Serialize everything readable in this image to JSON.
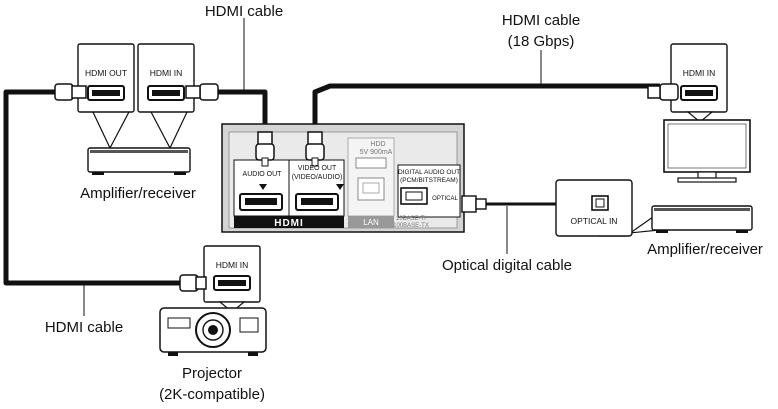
{
  "labels": {
    "hdmi_cable_top": "HDMI cable",
    "hdmi_cable_right_1": "HDMI cable",
    "hdmi_cable_right_2": "(18 Gbps)",
    "amp_left": "Amplifier/receiver",
    "amp_right": "Amplifier/receiver",
    "optical_cable": "Optical digital cable",
    "hdmi_cable_bottom": "HDMI cable",
    "projector_1": "Projector",
    "projector_2": "(2K-compatible)"
  },
  "ports": {
    "hdmi_out": "HDMI OUT",
    "hdmi_in_amp": "HDMI IN",
    "hdmi_in_tv": "HDMI IN",
    "hdmi_in_proj": "HDMI IN",
    "optical_in": "OPTICAL IN"
  },
  "player": {
    "audio_out": "AUDIO OUT",
    "video_out_1": "VIDEO OUT",
    "video_out_2": "(VIDEO/AUDIO)",
    "hdmi_logo": "HDMI",
    "hdd": "HDD",
    "usb_rating": "5V 900mA",
    "lan": "LAN",
    "lan_spec_1": "10BASE-T/",
    "lan_spec_2": "100BASE-TX",
    "digital_audio_1": "DIGITAL AUDIO OUT",
    "digital_audio_2": "(PCM/BITSTREAM)",
    "optical": "OPTICAL"
  }
}
